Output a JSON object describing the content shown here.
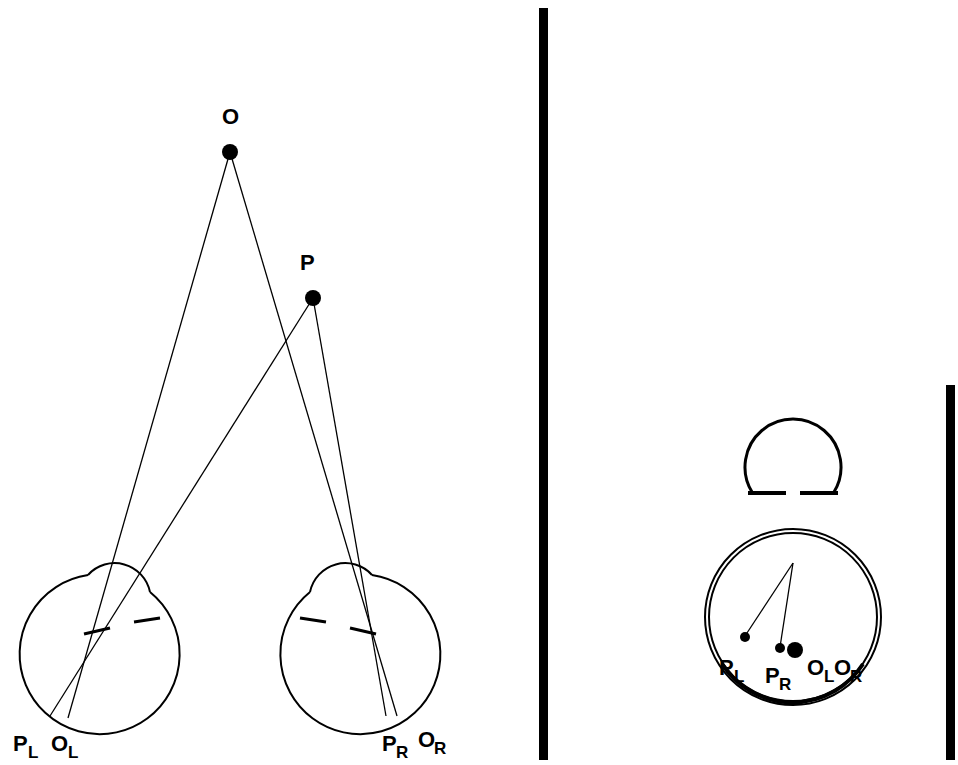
{
  "diagram": {
    "labels": [
      "O",
      "P",
      "P",
      "L",
      "O",
      "L",
      "P",
      "R",
      "O",
      "R",
      "P",
      "L",
      "P",
      "R",
      "O",
      "L",
      "O",
      "R"
    ]
  }
}
